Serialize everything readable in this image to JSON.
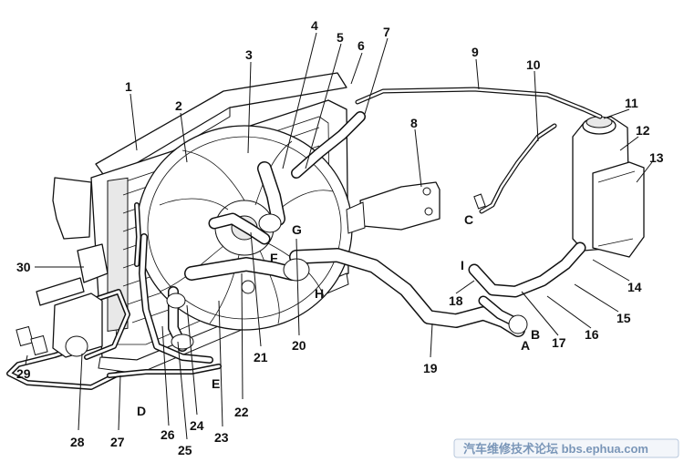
{
  "callouts": {
    "n1": "1",
    "n2": "2",
    "n3": "3",
    "n4": "4",
    "n5": "5",
    "n6": "6",
    "n7": "7",
    "n8": "8",
    "n9": "9",
    "n10": "10",
    "n11": "11",
    "n12": "12",
    "n13": "13",
    "n14": "14",
    "n15": "15",
    "n16": "16",
    "n17": "17",
    "n18": "18",
    "n19": "19",
    "n20": "20",
    "n21": "21",
    "n22": "22",
    "n23": "23",
    "n24": "24",
    "n25": "25",
    "n26": "26",
    "n27": "27",
    "n28": "28",
    "n29": "29",
    "n30": "30"
  },
  "letters": {
    "A": "A",
    "B": "B",
    "C": "C",
    "D": "D",
    "E": "E",
    "F": "F",
    "G": "G",
    "H": "H",
    "I": "I"
  },
  "watermark": {
    "text": "汽车维修技术论坛 bbs.ephua.com"
  }
}
